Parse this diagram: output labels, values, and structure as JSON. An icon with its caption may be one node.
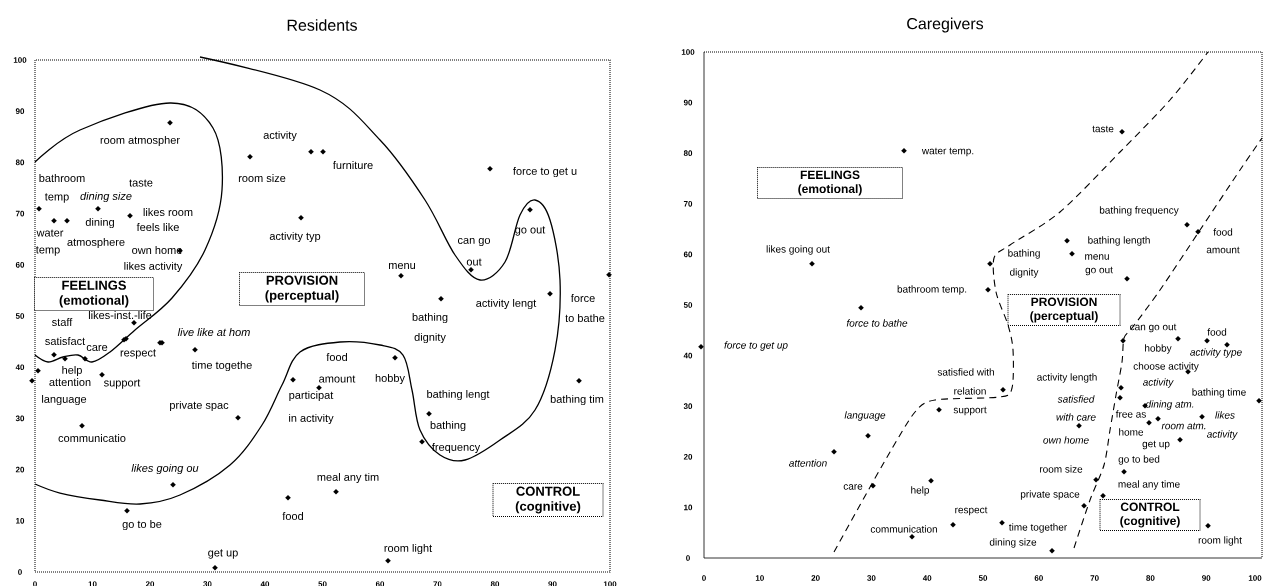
{
  "diagram": {
    "nodes": [
      {
        "text": [
          "FEELINGS (emotional)"
        ]
      },
      {
        "text": [
          "PROVISION (perceptual)"
        ]
      },
      {
        "text": [
          "CONTROL (cognitive)"
        ]
      },
      {
        "text": [
          "FEELINGS (emotional)"
        ]
      },
      {
        "text": [
          "PROVISION (perceptual)"
        ]
      },
      {
        "text": [
          "CONTROL (cognitive)"
        ]
      }
    ],
    "labels": [
      "Residents",
      "Caregivers",
      "room atmospher",
      "activity",
      "furniture",
      "bathroom",
      "room size",
      "force to get u",
      "taste",
      "temp",
      "dining size",
      "dining",
      "likes room",
      "water",
      "feels like",
      "activity typ",
      "go out",
      "temp",
      "atmosphere",
      "own home",
      "can go",
      "out",
      "likes activity",
      "menu",
      "activity lengt",
      "force",
      "likes-inst.-life",
      "bathing",
      "to bathe",
      "staff",
      "live like at hom",
      "satisfact",
      "care",
      "dignity",
      "respect",
      "food",
      "help",
      "time togethe",
      "attention",
      "support",
      "amount",
      "hobby",
      "language",
      "participat",
      "bathing lengt",
      "bathing tim",
      "private spac",
      "in activity",
      "bathing",
      "communicatio",
      "frequency",
      "likes going ou",
      "meal any tim",
      "food",
      "go to be",
      "get up",
      "room light",
      "0",
      "10",
      "20",
      "30",
      "40",
      "50",
      "60",
      "70",
      "80",
      "90",
      "100",
      "0",
      "10",
      "20",
      "30",
      "40",
      "50",
      "60",
      "70",
      "80",
      "90",
      "100",
      "taste",
      "water temp.",
      "bathing frequency",
      "food",
      "bathing length",
      "likes going out",
      "amount",
      "bathing",
      "menu",
      "dignity",
      "go out",
      "bathroom temp.",
      "force to bathe",
      "can go out",
      "food",
      "force to get up",
      "hobby",
      "activity type",
      "choose activity",
      "satisfied with",
      "activity length",
      "activity",
      "relation",
      "bathing time",
      "satisfied",
      "dining atm.",
      "language",
      "support",
      "with care",
      "free as",
      "likes",
      "room atm.",
      "home",
      "activity",
      "own home",
      "get up",
      "attention",
      "room size",
      "go to bed",
      "meal any time",
      "care",
      "help",
      "private space",
      "respect",
      "communication",
      "time together",
      "dining size",
      "room light",
      "0",
      "10",
      "20",
      "30",
      "40",
      "50",
      "60",
      "70",
      "80",
      "90",
      "100",
      "0",
      "10",
      "20",
      "30",
      "40",
      "50",
      "60",
      "70",
      "80",
      "90",
      "100"
    ]
  }
}
